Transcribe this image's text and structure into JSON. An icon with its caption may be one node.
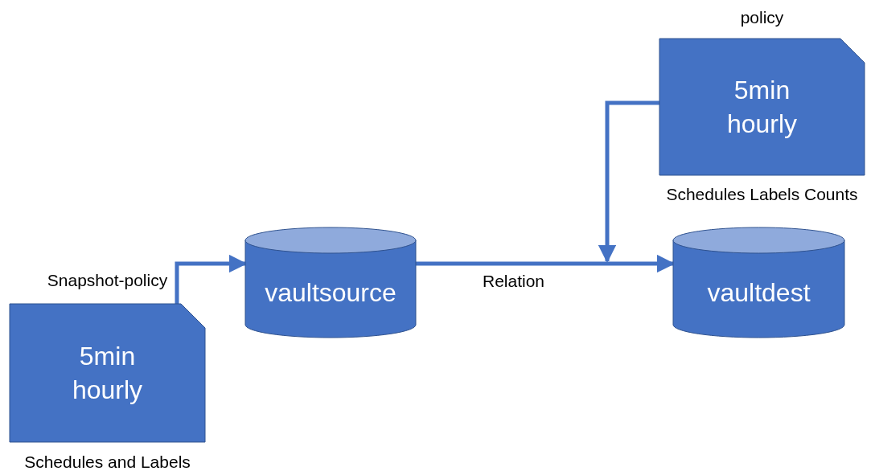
{
  "diagram": {
    "nodes": [
      {
        "text": [
          "Snapshot-policy",
          "5min hourly"
        ],
        "beside": [
          "Schedules and Labels"
        ]
      },
      {
        "text": [
          "vaultsource"
        ]
      },
      {
        "text": [
          "policy",
          "5min hourly"
        ],
        "beside": [
          "Schedules Labels Counts"
        ]
      },
      {
        "text": [
          "vaultdest"
        ]
      }
    ],
    "edges": [
      {
        "from": 0,
        "to": 1,
        "arrow": "to"
      },
      {
        "from": 1,
        "to": 3,
        "arrow": "to",
        "label": "Relation"
      },
      {
        "from": 2,
        "to": null,
        "arrow": "to"
      }
    ]
  }
}
